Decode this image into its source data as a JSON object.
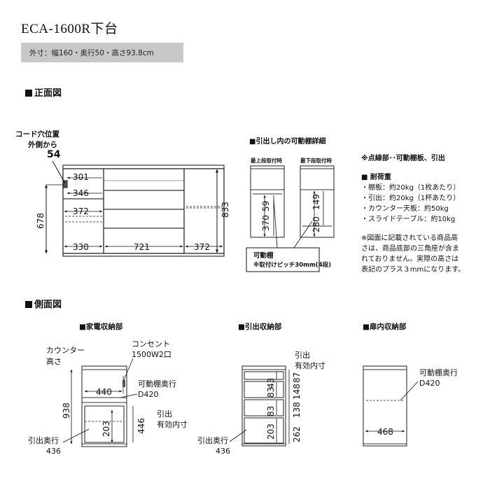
{
  "title": "ECA-1600R下台",
  "spec": "外寸：幅160・奥行50・高さ93.8cm",
  "front": {
    "heading": "正面図",
    "cord_label_1": "コード穴位置",
    "cord_label_2": "外側から",
    "cord_value": "54",
    "dims": {
      "w301": "301",
      "w346": "346",
      "w372a": "372",
      "h678": "678",
      "h833": "833",
      "w330": "330",
      "w721": "721",
      "w372b": "372"
    }
  },
  "detail": {
    "heading": "■引出し内の可動棚詳細",
    "top_cap": "最上段取付時",
    "bottom_cap": "最下段取付時",
    "v370": "370",
    "v59": "59",
    "v280": "280",
    "v149": "149",
    "box_line1": "可動棚",
    "box_line2": "※取付けピッチ30mm(4段)"
  },
  "notes": {
    "dotted": "※点線部･･可動棚板、引出",
    "load_heading": "■ 耐荷重",
    "loads": [
      "・棚板：約20kg（1枚あたり）",
      "・引出：約20kg（1杯あたり）",
      "・カウンター天板：約50kg",
      "・スライドテーブル：約10kg"
    ],
    "caution": [
      "※図面に記載されている商品高",
      "さは、商品底部の三角座が含ま",
      "れておりません。実際の高さは",
      "表記のプラス３mmになります。"
    ]
  },
  "side": {
    "heading": "側面図",
    "appliance": {
      "heading": "■家電収納部",
      "counter_1": "カウンター",
      "counter_2": "高さ",
      "outlet_1": "コンセント",
      "outlet_2": "1500W2口",
      "shelf_1": "可動棚奥行",
      "shelf_2": "D420",
      "eff_1": "引出",
      "eff_2": "有効内寸",
      "depth_1": "引出奥行",
      "depth_2": "436",
      "v440": "440",
      "v938": "938",
      "v446": "446",
      "v203": "203"
    },
    "drawer": {
      "heading": "■引出収納部",
      "eff_1": "引出",
      "eff_2": "有効内寸",
      "depth_1": "引出奥行",
      "depth_2": "436",
      "inner": [
        "43",
        "83",
        "83",
        "203"
      ],
      "outer": [
        "87",
        "148",
        "138",
        "262"
      ]
    },
    "door": {
      "heading": "■扉内収納部",
      "shelf_1": "可動棚奥行",
      "shelf_2": "D420",
      "v468": "468"
    }
  }
}
